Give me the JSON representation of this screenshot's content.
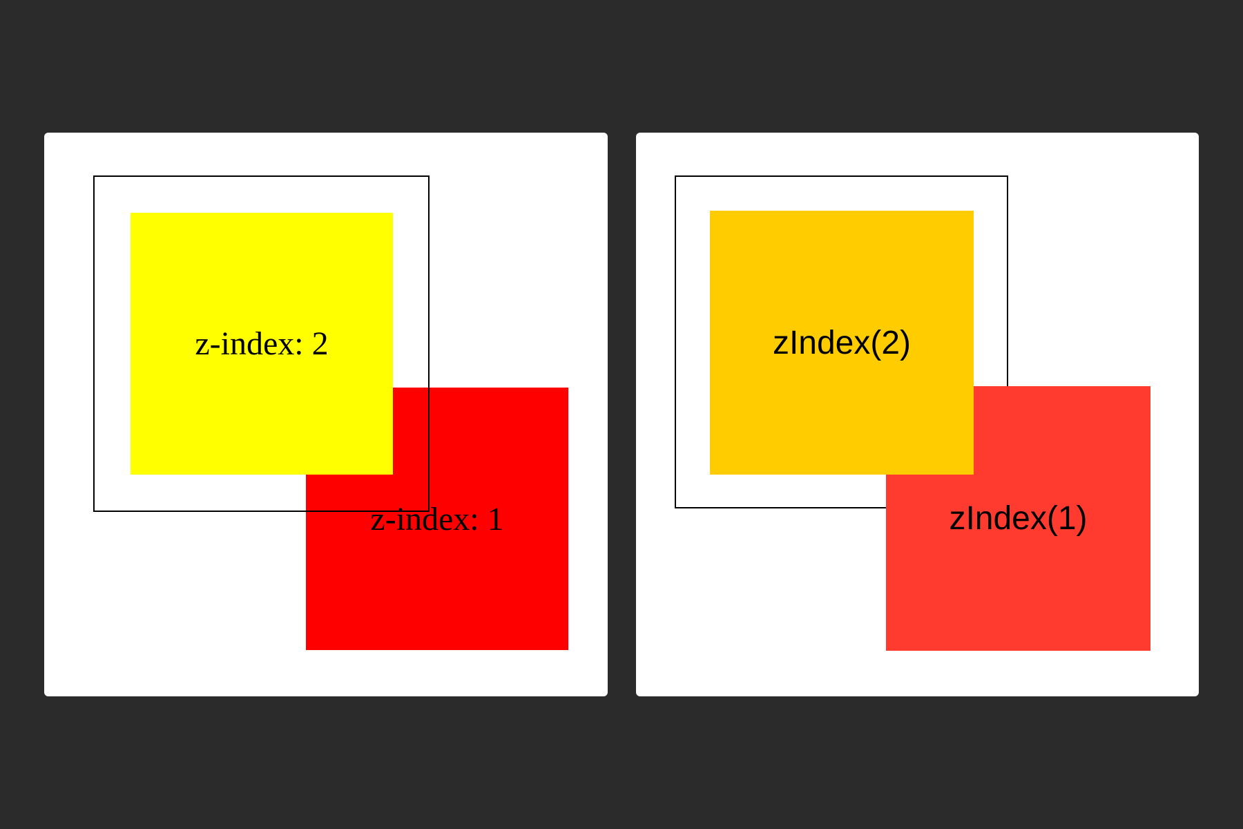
{
  "colors": {
    "background": "#2b2b2b",
    "panel": "#ffffff",
    "outline": "#000000",
    "left_yellow": "#ffff00",
    "left_red": "#ff0000",
    "right_yellow": "#ffcc00",
    "right_red": "#ff3b30"
  },
  "left_panel": {
    "top_square_label": "z-index: 2",
    "bottom_square_label": "z-index: 1"
  },
  "right_panel": {
    "top_square_label": "zIndex(2)",
    "bottom_square_label": "zIndex(1)"
  }
}
